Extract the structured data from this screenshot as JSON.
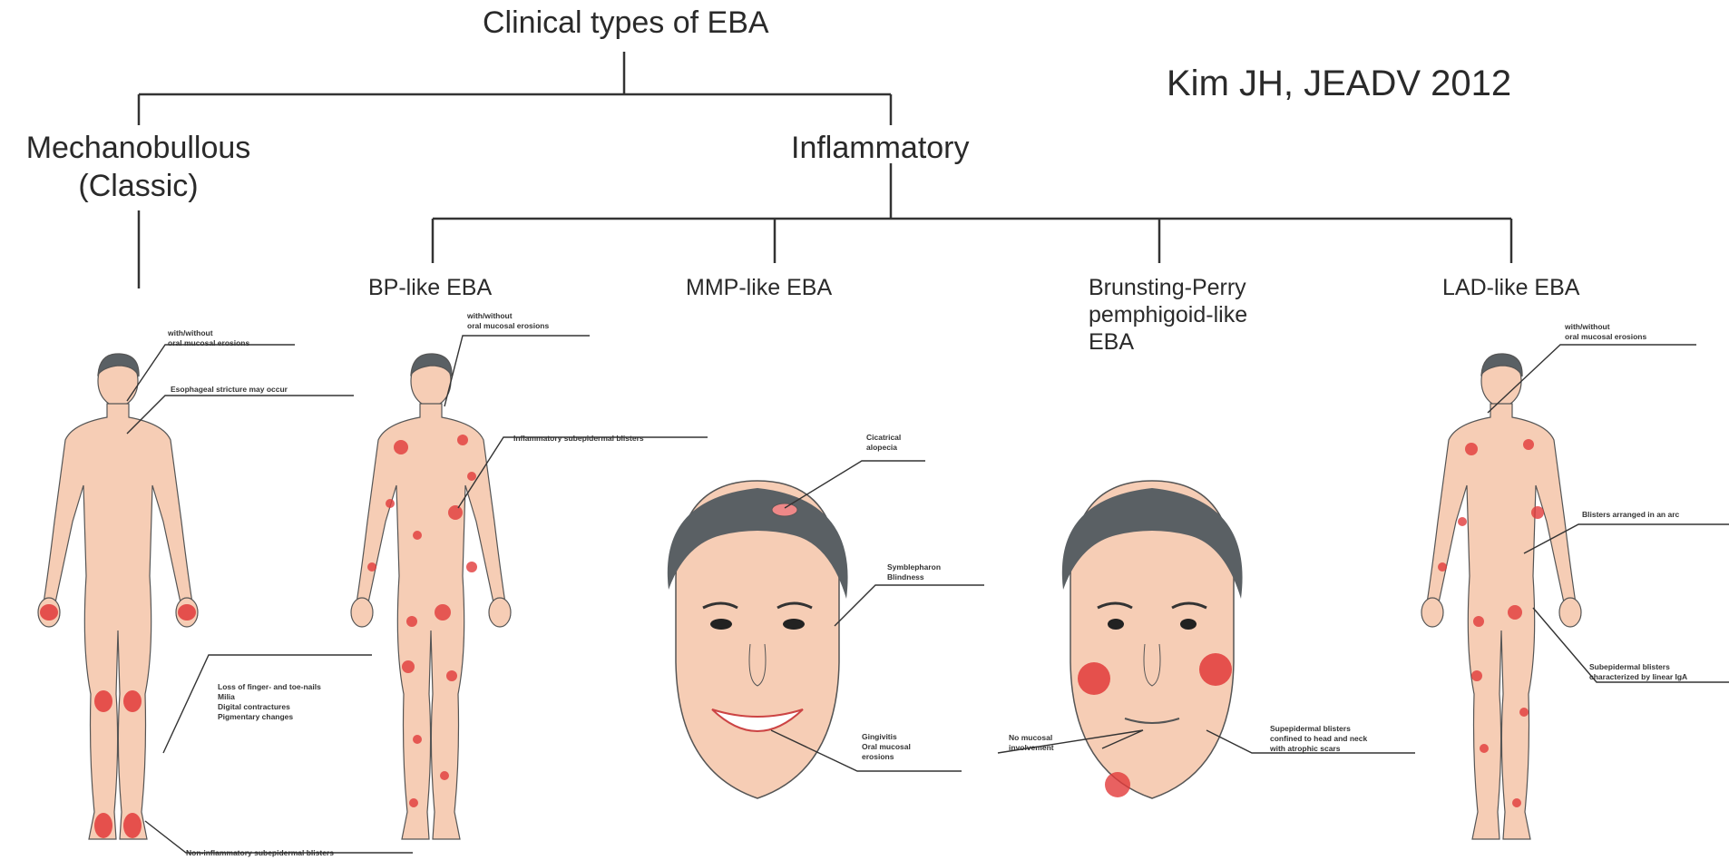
{
  "title": "Clinical types of EBA",
  "citation": "Kim JH, JEADV 2012",
  "categories": {
    "mechanobullous": "Mechanobullous\n(Classic)",
    "inflammatory": "Inflammatory"
  },
  "subtypes": {
    "bp": "BP-like EBA",
    "mmp": "MMP-like EBA",
    "brunsting": "Brunsting-Perry\npemphigoid-like\nEBA",
    "lad": "LAD-like EBA"
  },
  "annotations": {
    "classic_oral": "with/without\noral mucosal erosions",
    "classic_esophageal": "Esophageal stricture may occur",
    "classic_nails": "Loss of finger- and toe-nails\nMilia\nDigital contractures\nPigmentary changes",
    "classic_blisters": "Non-inflammatory subepidermal blisters",
    "bp_oral": "with/without\noral mucosal erosions",
    "bp_blisters": "Inflammatory subepidermal blisters",
    "mmp_alopecia": "Cicatrical\nalopecia",
    "mmp_eye": "Symblepharon\nBlindness",
    "mmp_mouth": "Gingivitis\nOral mucosal\nerosions",
    "bp_face_mucosal": "No mucosal\ninvolvement",
    "bp_face_blisters": "Supepidermal blisters\nconfined to head and neck\nwith atrophic scars",
    "lad_oral": "with/without\noral mucosal erosions",
    "lad_arc": "Blisters arranged in an arc",
    "lad_linear": "Subepidermal blisters\ncharacterized by linear IgA"
  },
  "colors": {
    "skin": "#f6cdb5",
    "skin_outline": "#555555",
    "hair": "#5a6064",
    "lesion": "#e23a3a",
    "line": "#333333"
  }
}
